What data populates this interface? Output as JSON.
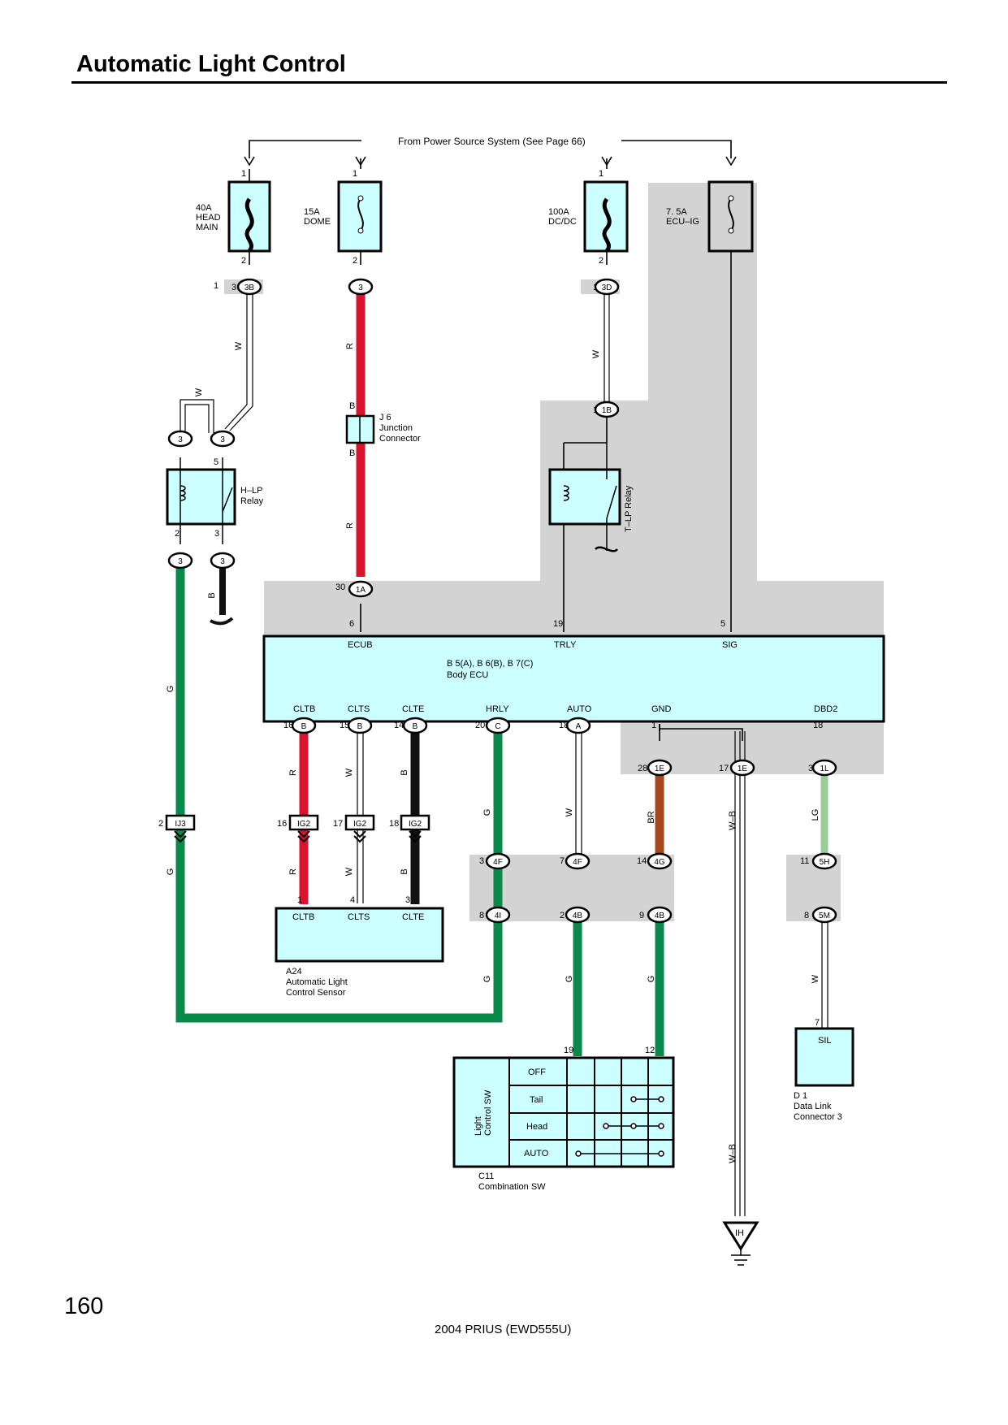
{
  "page": {
    "title": "Automatic Light Control",
    "page_number": "160",
    "footer": "2004 PRIUS (EWD555U)"
  },
  "diagram": {
    "power_source": "From Power Source System (See Page 66)",
    "fuse_head_main": {
      "rating": "40A",
      "name1": "HEAD",
      "name2": "MAIN"
    },
    "fuse_dome": {
      "rating": "15A",
      "name": "DOME"
    },
    "fuse_dc_dc": {
      "rating": "100A",
      "name": "DC/DC"
    },
    "fuse_ecu_ig": {
      "rating": "7. 5A",
      "name": "ECU–IG"
    },
    "pins": {
      "f1_in": "1",
      "f2_in": "1",
      "f3_in": "1",
      "f1_out": "2",
      "f2_out": "2",
      "f3_out": "2"
    },
    "relay_hlp": {
      "name": "H–LP",
      "sub": "Relay"
    },
    "relay_tlp": {
      "name": "T–LP Relay"
    },
    "junction": {
      "id": "J 6",
      "name1": "Junction",
      "name2": "Connector"
    },
    "ecu": {
      "t1": "ECUB",
      "t2": "TRLY",
      "t3": "SIG",
      "code": "B 5(A), B 6(B), B 7(C)",
      "name": "Body ECU",
      "b1": "CLTB",
      "b2": "CLTS",
      "b3": "CLTE",
      "b4": "HRLY",
      "b5": "AUTO",
      "b6": "GND",
      "b7": "DBD2"
    },
    "sensor": {
      "t1": "CLTB",
      "t2": "CLTS",
      "t3": "CLTE",
      "code": "A24",
      "name1": "Automatic Light",
      "name2": "Control Sensor"
    },
    "switch": {
      "pos1": "OFF",
      "pos2": "Tail",
      "pos3": "Head",
      "pos4": "AUTO",
      "side1": "Light",
      "side2": "Control SW",
      "code": "C11",
      "name": "Combination SW"
    },
    "dlc": {
      "term": "SIL",
      "code": "D 1",
      "name1": "Data Link",
      "name2": "Connector 3"
    },
    "ground": "IH",
    "connector_labels": [
      "3B",
      "3",
      "3D",
      "1B",
      "3",
      "3",
      "3",
      "3",
      "1A",
      "B",
      "B",
      "B",
      "C",
      "A",
      "1E",
      "1E",
      "1L",
      "IJ3",
      "IG2",
      "IG2",
      "IG2",
      "4F",
      "4F",
      "4G",
      "4I",
      "4B",
      "4B",
      "5H",
      "5M"
    ],
    "pin_labels": [
      "3",
      "1",
      "1",
      "1",
      "5",
      "2",
      "3",
      "30",
      "6",
      "19",
      "5",
      "16",
      "15",
      "14",
      "20",
      "18",
      "1",
      "18",
      "28",
      "17",
      "3",
      "2",
      "16",
      "17",
      "18",
      "3",
      "7",
      "14",
      "11",
      "8",
      "2",
      "9",
      "8",
      "1",
      "4",
      "3",
      "19",
      "12",
      "7",
      "B",
      "B"
    ],
    "wire_labels": [
      "W",
      "R",
      "W",
      "W",
      "R",
      "G",
      "B",
      "R",
      "W",
      "B",
      "G",
      "W",
      "BR",
      "W–B",
      "LG",
      "G",
      "R",
      "W",
      "B",
      "G",
      "G",
      "G",
      "W",
      "W–B"
    ]
  }
}
